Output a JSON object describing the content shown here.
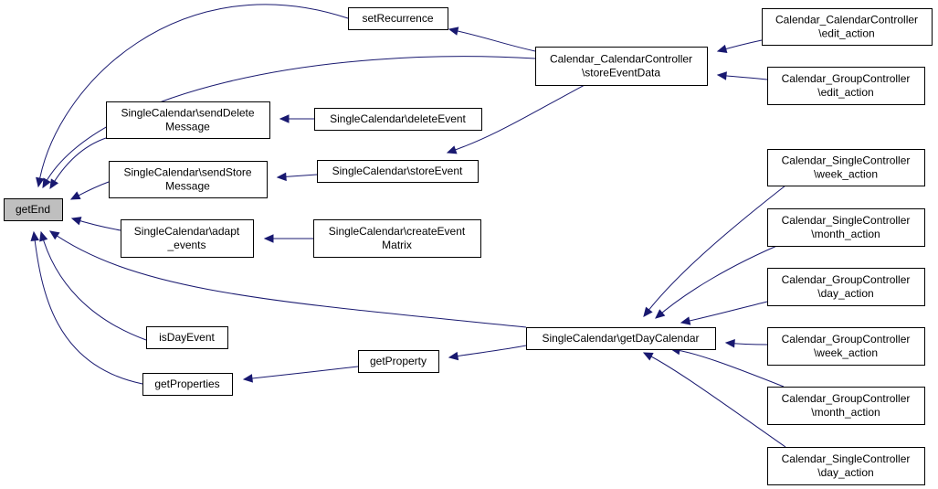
{
  "diagram": {
    "nodes": {
      "getEnd": {
        "lines": [
          "getEnd"
        ],
        "root": true
      },
      "setRecurrence": {
        "lines": [
          "setRecurrence"
        ]
      },
      "storeEventData": {
        "lines": [
          "Calendar_CalendarController",
          "\\storeEventData"
        ]
      },
      "calEditAction": {
        "lines": [
          "Calendar_CalendarController",
          "\\edit_action"
        ]
      },
      "groupEditAction": {
        "lines": [
          "Calendar_GroupController",
          "\\edit_action"
        ]
      },
      "sendDeleteMessage": {
        "lines": [
          "SingleCalendar\\sendDelete",
          "Message"
        ]
      },
      "deleteEvent": {
        "lines": [
          "SingleCalendar\\deleteEvent"
        ]
      },
      "sendStoreMessage": {
        "lines": [
          "SingleCalendar\\sendStore",
          "Message"
        ]
      },
      "storeEvent": {
        "lines": [
          "SingleCalendar\\storeEvent"
        ]
      },
      "adaptEvents": {
        "lines": [
          "SingleCalendar\\adapt",
          "_events"
        ]
      },
      "createEventMatrix": {
        "lines": [
          "SingleCalendar\\createEvent",
          "Matrix"
        ]
      },
      "isDayEvent": {
        "lines": [
          "isDayEvent"
        ]
      },
      "getProperties": {
        "lines": [
          "getProperties"
        ]
      },
      "getProperty": {
        "lines": [
          "getProperty"
        ]
      },
      "getDayCalendar": {
        "lines": [
          "SingleCalendar\\getDayCalendar"
        ]
      },
      "singleWeek": {
        "lines": [
          "Calendar_SingleController",
          "\\week_action"
        ]
      },
      "singleMonth": {
        "lines": [
          "Calendar_SingleController",
          "\\month_action"
        ]
      },
      "groupDay": {
        "lines": [
          "Calendar_GroupController",
          "\\day_action"
        ]
      },
      "groupWeek": {
        "lines": [
          "Calendar_GroupController",
          "\\week_action"
        ]
      },
      "groupMonth": {
        "lines": [
          "Calendar_GroupController",
          "\\month_action"
        ]
      },
      "singleDay": {
        "lines": [
          "Calendar_SingleController",
          "\\day_action"
        ]
      }
    },
    "edges": [
      {
        "from": "setRecurrence",
        "to": "getEnd"
      },
      {
        "from": "storeEventData",
        "to": "getEnd"
      },
      {
        "from": "sendDeleteMessage",
        "to": "getEnd"
      },
      {
        "from": "sendStoreMessage",
        "to": "getEnd"
      },
      {
        "from": "adaptEvents",
        "to": "getEnd"
      },
      {
        "from": "getDayCalendar",
        "to": "getEnd"
      },
      {
        "from": "isDayEvent",
        "to": "getEnd"
      },
      {
        "from": "getProperties",
        "to": "getEnd"
      },
      {
        "from": "storeEventData",
        "to": "setRecurrence"
      },
      {
        "from": "calEditAction",
        "to": "storeEventData"
      },
      {
        "from": "groupEditAction",
        "to": "storeEventData"
      },
      {
        "from": "deleteEvent",
        "to": "sendDeleteMessage"
      },
      {
        "from": "storeEvent",
        "to": "sendStoreMessage"
      },
      {
        "from": "storeEventData",
        "to": "storeEvent"
      },
      {
        "from": "createEventMatrix",
        "to": "adaptEvents"
      },
      {
        "from": "getProperty",
        "to": "getProperties"
      },
      {
        "from": "getDayCalendar",
        "to": "getProperty"
      },
      {
        "from": "singleWeek",
        "to": "getDayCalendar"
      },
      {
        "from": "singleMonth",
        "to": "getDayCalendar"
      },
      {
        "from": "groupDay",
        "to": "getDayCalendar"
      },
      {
        "from": "groupWeek",
        "to": "getDayCalendar"
      },
      {
        "from": "groupMonth",
        "to": "getDayCalendar"
      },
      {
        "from": "singleDay",
        "to": "getDayCalendar"
      }
    ],
    "colors": {
      "edge": "#191970",
      "root_fill": "#bfbfbf",
      "node_fill": "#ffffff",
      "node_border": "#000000"
    }
  }
}
